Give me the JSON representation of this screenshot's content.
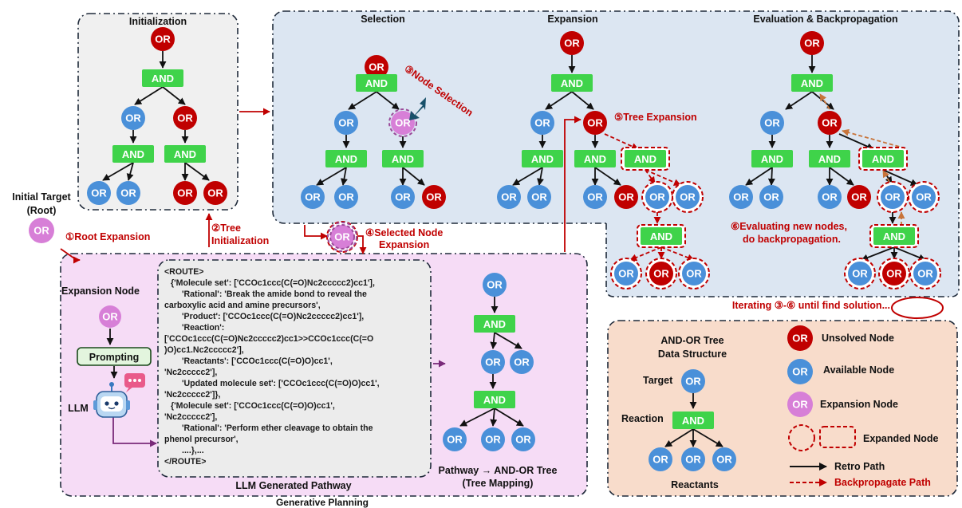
{
  "node_or": "OR",
  "node_and": "AND",
  "panels": {
    "initialization": "Initialization",
    "selection": "Selection",
    "expansion": "Expansion",
    "evaluation": "Evaluation & Backpropagation",
    "generative_planning": "Generative Planning",
    "llm_generated_pathway": "LLM Generated Pathway",
    "pathway_to_tree_1": "Pathway → AND-OR Tree",
    "pathway_to_tree_2": "(Tree Mapping)"
  },
  "initial_target": {
    "line1": "Initial Target",
    "line2": "(Root)"
  },
  "steps": {
    "root_expansion": "①Root Expansion",
    "tree_init_1": "②Tree",
    "tree_init_2": "Initialization",
    "node_selection": "③Node Selection",
    "selected_node_1": "④Selected Node",
    "selected_node_2": "Expansion",
    "tree_expansion": "⑤Tree Expansion",
    "evaluating_1": "⑥Evaluating new nodes,",
    "evaluating_2": "do backpropagation.",
    "iterating": "Iterating ③-⑥ until find solution..."
  },
  "expansion_node_label": "Expansion Node",
  "prompting_label": "Prompting",
  "llm_label": "LLM",
  "route_lines": [
    "<ROUTE>",
    "  {'Molecule set': ['CCOc1ccc(C(=O)Nc2ccccc2)cc1'],",
    "      'Rational': 'Break the amide bond to reveal the",
    "carboxylic acid and amine precursors',",
    "      'Product': ['CCOc1ccc(C(=O)Nc2ccccc2)cc1'],",
    "      'Reaction':",
    "['CCOc1ccc(C(=O)Nc2ccccc2)cc1>>CCOc1ccc(C(=O",
    ")O)cc1.Nc2ccccc2'],",
    "      'Reactants': ['CCOc1ccc(C(=O)O)cc1',",
    "'Nc2ccccc2'],",
    "      'Updated molecule set': ['CCOc1ccc(C(=O)O)cc1',",
    "'Nc2ccccc2']},",
    "  {'Molecule set': ['CCOc1ccc(C(=O)O)cc1',",
    "'Nc2ccccc2'],",
    "      'Rational': 'Perform ether cleavage to obtain the",
    "phenol precursor',",
    "      ....},...",
    "</ROUTE>"
  ],
  "legend": {
    "title_1": "AND-OR Tree",
    "title_2": "Data Structure",
    "target": "Target",
    "reaction": "Reaction",
    "reactants": "Reactants",
    "unsolved": "Unsolved Node",
    "available": "Available Node",
    "expansion": "Expansion Node",
    "expanded": "Expanded Node",
    "retro": "Retro Path",
    "backprop": "Backpropagate Path"
  },
  "colors": {
    "or_red": "#c00000",
    "or_blue": "#4a90d9",
    "or_purple": "#d77fd7",
    "and_green": "#3fd34a",
    "panel_gray": "#f0f0f0",
    "panel_blue": "#dce6f2",
    "panel_pink": "#f6dcf6",
    "panel_peach": "#f8dccb",
    "arrow_red": "#c00000",
    "arrow_purple": "#7a2a7a"
  }
}
